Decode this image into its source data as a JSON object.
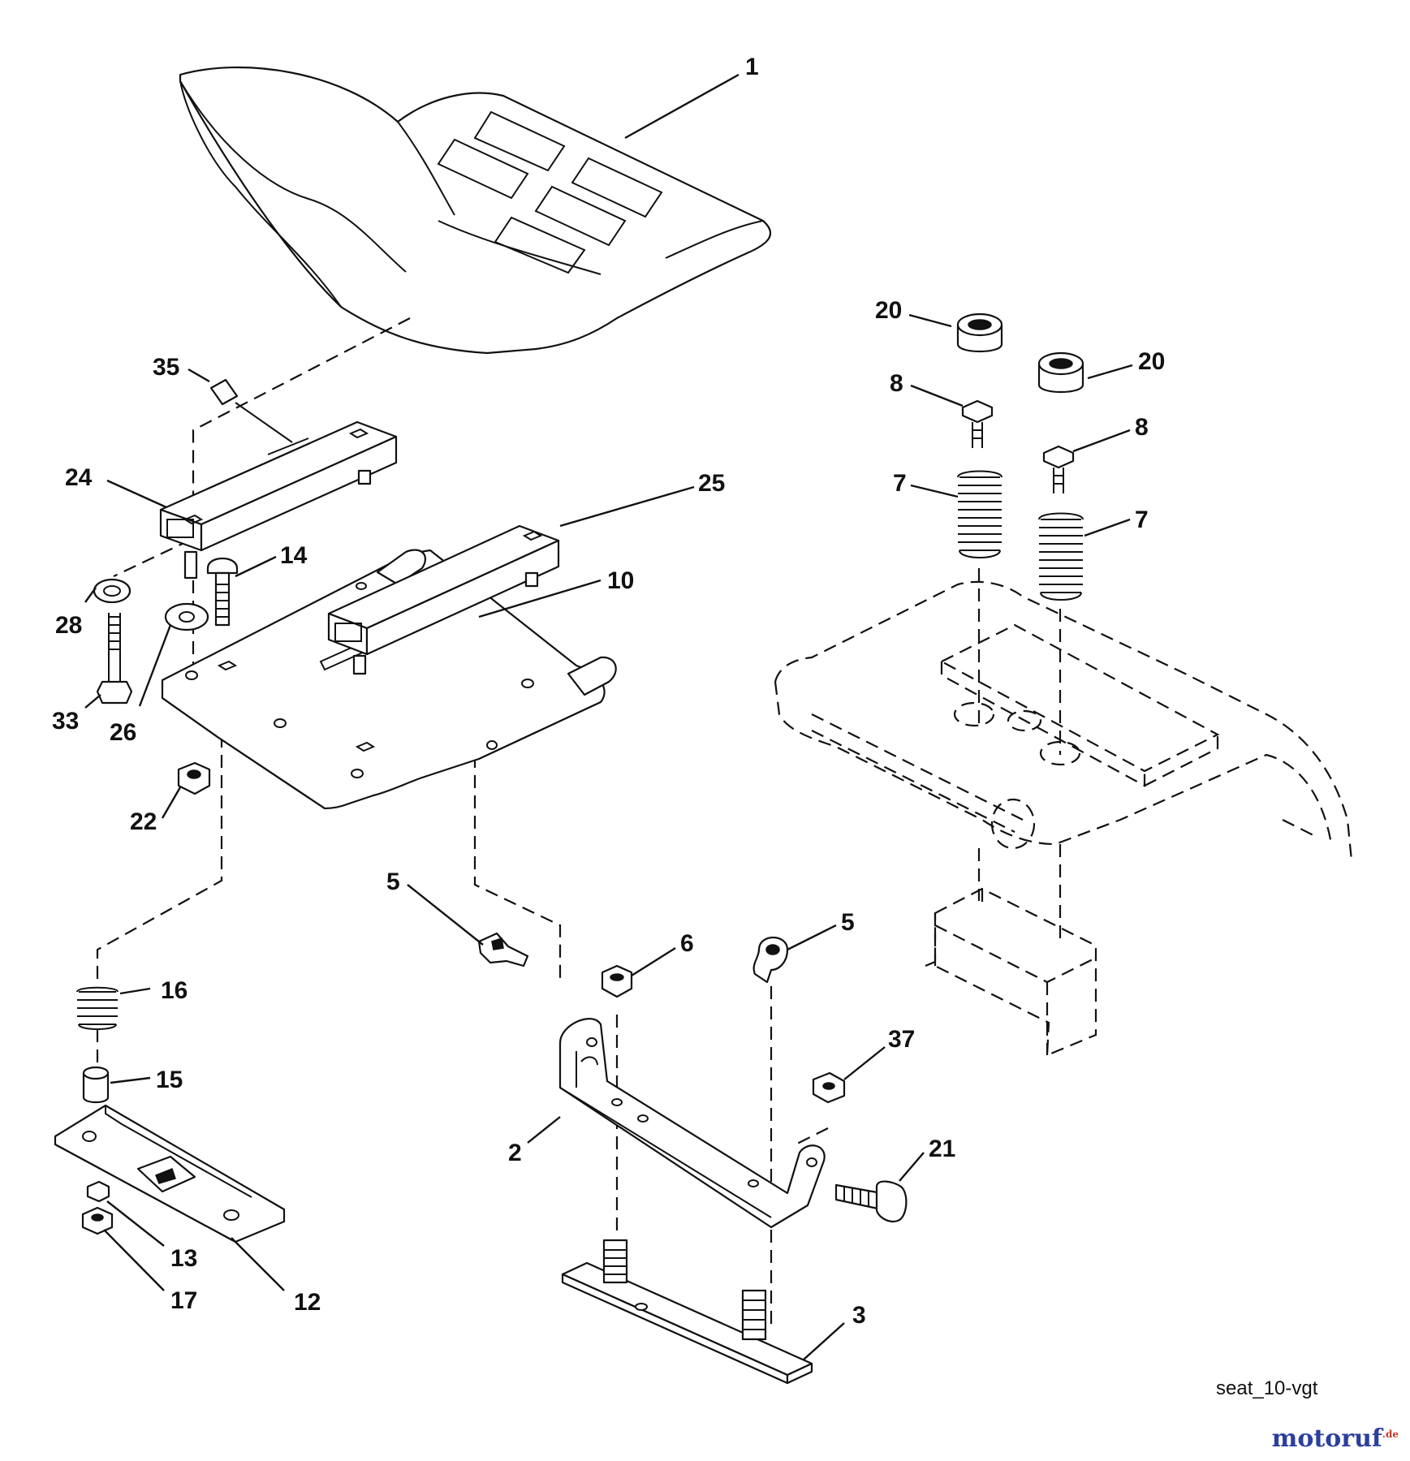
{
  "diagram": {
    "caption": "seat_10-vgt",
    "watermark": "motoruf",
    "watermark_tld": ".de",
    "callouts": [
      "1",
      "20",
      "20",
      "35",
      "8",
      "8",
      "24",
      "25",
      "7",
      "7",
      "14",
      "10",
      "28",
      "33",
      "26",
      "22",
      "5",
      "6",
      "5",
      "16",
      "37",
      "15",
      "2",
      "21",
      "13",
      "17",
      "12",
      "3"
    ]
  }
}
